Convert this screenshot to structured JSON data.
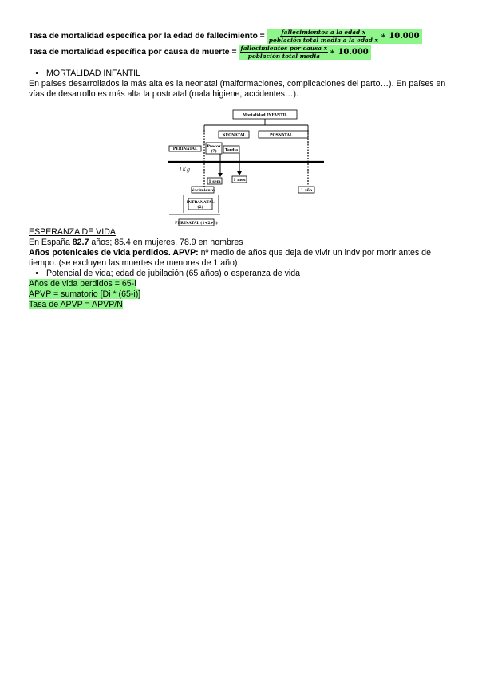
{
  "formulas": [
    {
      "label": "Tasa de mortalidad específica por la edad de fallecimiento =",
      "numerator": "fallecimientos a la edad x",
      "denominator": "población total media a la edad x",
      "multiplier": "∗ 10.000"
    },
    {
      "label": "Tasa de mortalidad específica por causa de muerte =",
      "numerator": "fallecimientos por causa x",
      "denominator": "población total media",
      "multiplier": "∗ 10.000"
    }
  ],
  "mortalidad": {
    "bullet": "•",
    "heading": "MORTALIDAD INFANTIL",
    "paragraph": "En países desarrollados la más alta es la neonatal (malformaciones, complicaciones del parto…). En países en vías de desarrollo es más alta la postnatal (mala higiene, accidentes…)."
  },
  "diagram": {
    "title": "Mortalidad INFANTIL",
    "neonatal": "NEONATAL",
    "postnatal": "POSNATAL",
    "perinatal": "PERINATAL",
    "precoz": "Precoz",
    "precoz_sub": "(7)",
    "tardia": "Tardía",
    "handwritten": "1Kg",
    "semana": "1 sem",
    "mes": "1 mes",
    "nacimiento": "Nacimiento",
    "anio": "1 año",
    "intranatal": "INTRANATAL",
    "intranatal_sub": "(2)",
    "perinatal_bottom": "PERINATAL (1+2+3)"
  },
  "esperanza": {
    "heading": "ESPERANZA DE VIDA",
    "line1_pre": "En España ",
    "line1_bold": "82.7",
    "line1_post": " años; 85.4 en mujeres, 78.9 en hombres",
    "apvp_bold": "Años potenicales de vida perdidos. APVP:",
    "apvp_text": " nº medio de años que deja de vivir un indv por morir antes de tiempo. (se excluyen las muertes de menores de 1 año)",
    "bullet": "•",
    "bullet_text": "Potencial de vida; edad de jubilación (65 años) o esperanza de vida",
    "green_lines": [
      "Años de vida perdidos = 65-i",
      "APVP = sumatorio [Di * (65-i)]",
      "Tasa de APVP = APVP/N"
    ]
  }
}
